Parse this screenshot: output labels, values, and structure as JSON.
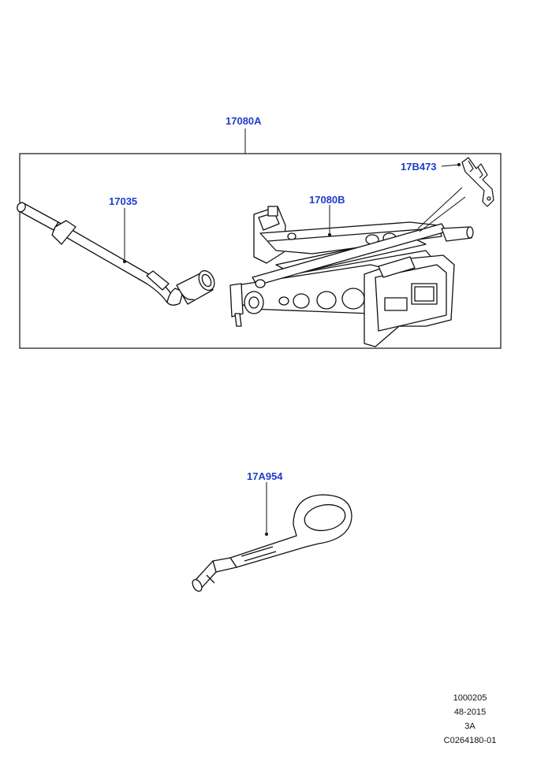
{
  "colors": {
    "callout": "#1d3ccc",
    "line": "#111111"
  },
  "callouts": {
    "jack_assembly": "17080A",
    "bracket": "17B473",
    "wheel_brace": "17035",
    "jack": "17080B",
    "towing_eye": "17A954"
  },
  "footer": {
    "line1": "1000205",
    "line2": "48-2015",
    "line3": "3A",
    "line4": "C0264180-01"
  }
}
